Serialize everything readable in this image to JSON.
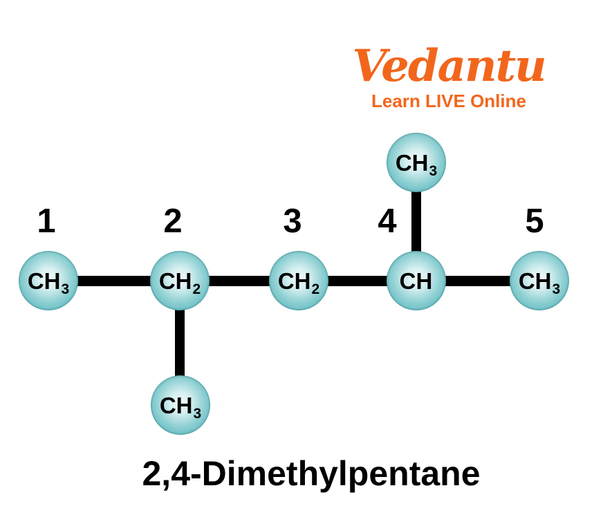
{
  "logo": {
    "brand": "Vedantu",
    "tagline": "Learn LIVE Online"
  },
  "title": "2,4-Dimethylpentane",
  "numbers": {
    "n1": "1",
    "n2": "2",
    "n3": "3",
    "n4": "4",
    "n5": "5"
  },
  "atoms": {
    "c1": {
      "main": "CH",
      "sub": "3"
    },
    "c2": {
      "main": "CH",
      "sub": "2"
    },
    "c3": {
      "main": "CH",
      "sub": "2"
    },
    "c4": {
      "main": "CH",
      "sub": ""
    },
    "c5": {
      "main": "CH",
      "sub": "3"
    },
    "branch_top": {
      "main": "CH",
      "sub": "3"
    },
    "branch_bottom": {
      "main": "CH",
      "sub": "3"
    }
  },
  "colors": {
    "bond": "#000000",
    "text": "#000000",
    "atom_edge": "#45A3AA",
    "atom_mid": "#8FD0D3",
    "atom_highlight": "#F2FBFB",
    "brand_orange": "#F2661C"
  }
}
